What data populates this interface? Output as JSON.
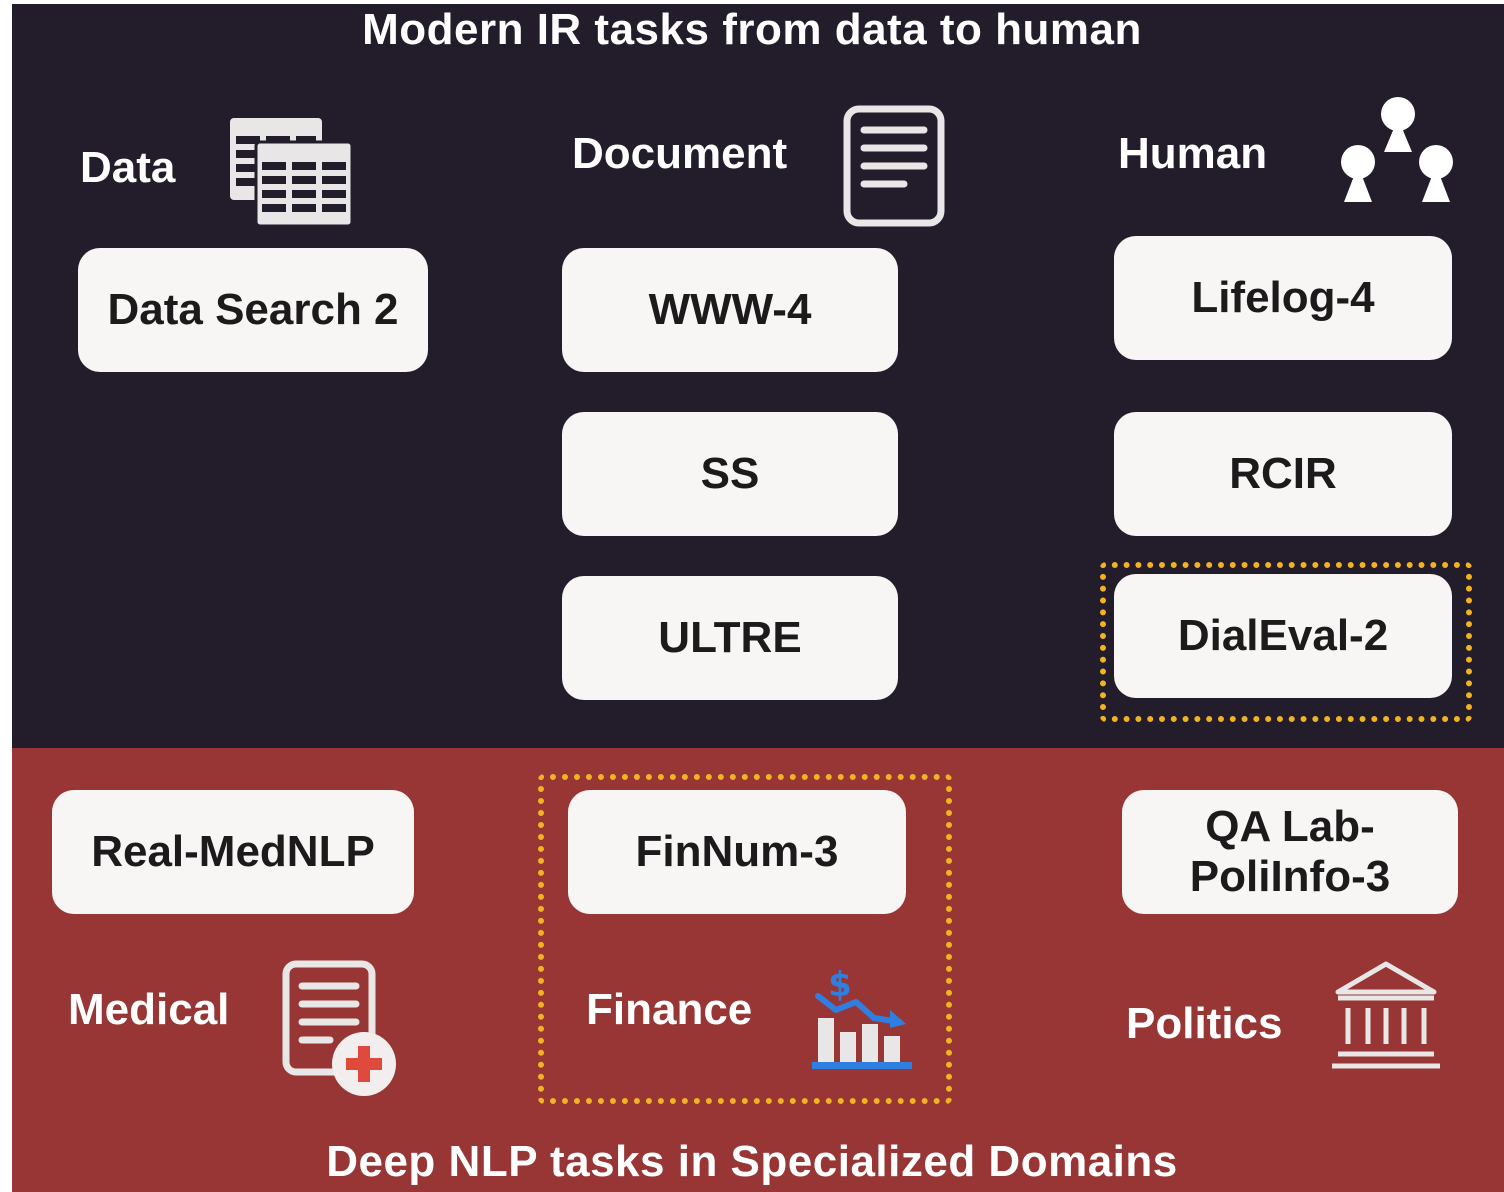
{
  "top_section": {
    "title": "Modern IR tasks from data to human",
    "categories": {
      "data": {
        "label": "Data",
        "icon": "table-icon"
      },
      "document": {
        "label": "Document",
        "icon": "document-icon"
      },
      "human": {
        "label": "Human",
        "icon": "people-icon"
      }
    },
    "tasks": {
      "data_search": "Data Search 2",
      "www": "WWW-4",
      "ss": "SS",
      "ultre": "ULTRE",
      "lifelog": "Lifelog-4",
      "rcir": "RCIR",
      "dialeval": "DialEval-2"
    }
  },
  "bottom_section": {
    "title": "Deep NLP tasks in Specialized Domains",
    "categories": {
      "medical": {
        "label": "Medical",
        "icon": "medical-document-icon"
      },
      "finance": {
        "label": "Finance",
        "icon": "finance-chart-icon"
      },
      "politics": {
        "label": "Politics",
        "icon": "government-building-icon"
      }
    },
    "tasks": {
      "real_mednlp": "Real-MedNLP",
      "finnum": "FinNum-3",
      "qa_lab_line1": "QA Lab-",
      "qa_lab_line2": "PoliInfo-3"
    }
  },
  "colors": {
    "top_background": "#221c2b",
    "bottom_background": "#973634",
    "box_fill": "#f8f6f5",
    "highlight_border": "#f2b322",
    "finance_icon_blue": "#2f7fe0",
    "medical_cross_red": "#e04a3c"
  }
}
